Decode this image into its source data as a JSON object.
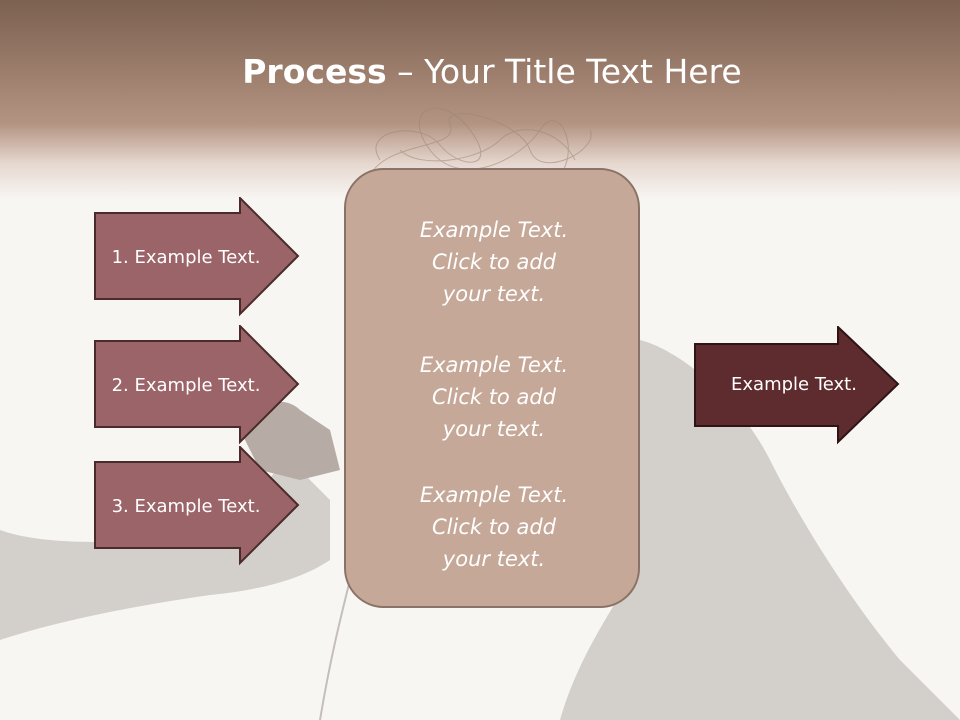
{
  "slide": {
    "title_bold": "Process",
    "title_rest": " – Your Title Text Here"
  },
  "steps": [
    {
      "label": "1. Example Text."
    },
    {
      "label": "2. Example Text."
    },
    {
      "label": "3. Example Text."
    }
  ],
  "center": {
    "blocks": [
      {
        "line1": "Example Text.",
        "line2": "Click  to add",
        "line3": "your text."
      },
      {
        "line1": "Example Text.",
        "line2": "Click  to add",
        "line3": "your text."
      },
      {
        "line1": "Example Text.",
        "line2": "Click  to add",
        "line3": "your text."
      }
    ]
  },
  "output": {
    "label": "Example Text."
  },
  "colors": {
    "header": "#a08170",
    "step_arrow_fill": "#9a6468",
    "output_arrow_fill": "#5e2c2e",
    "center_box_fill": "#c5a898",
    "background": "#f8f6f3"
  }
}
